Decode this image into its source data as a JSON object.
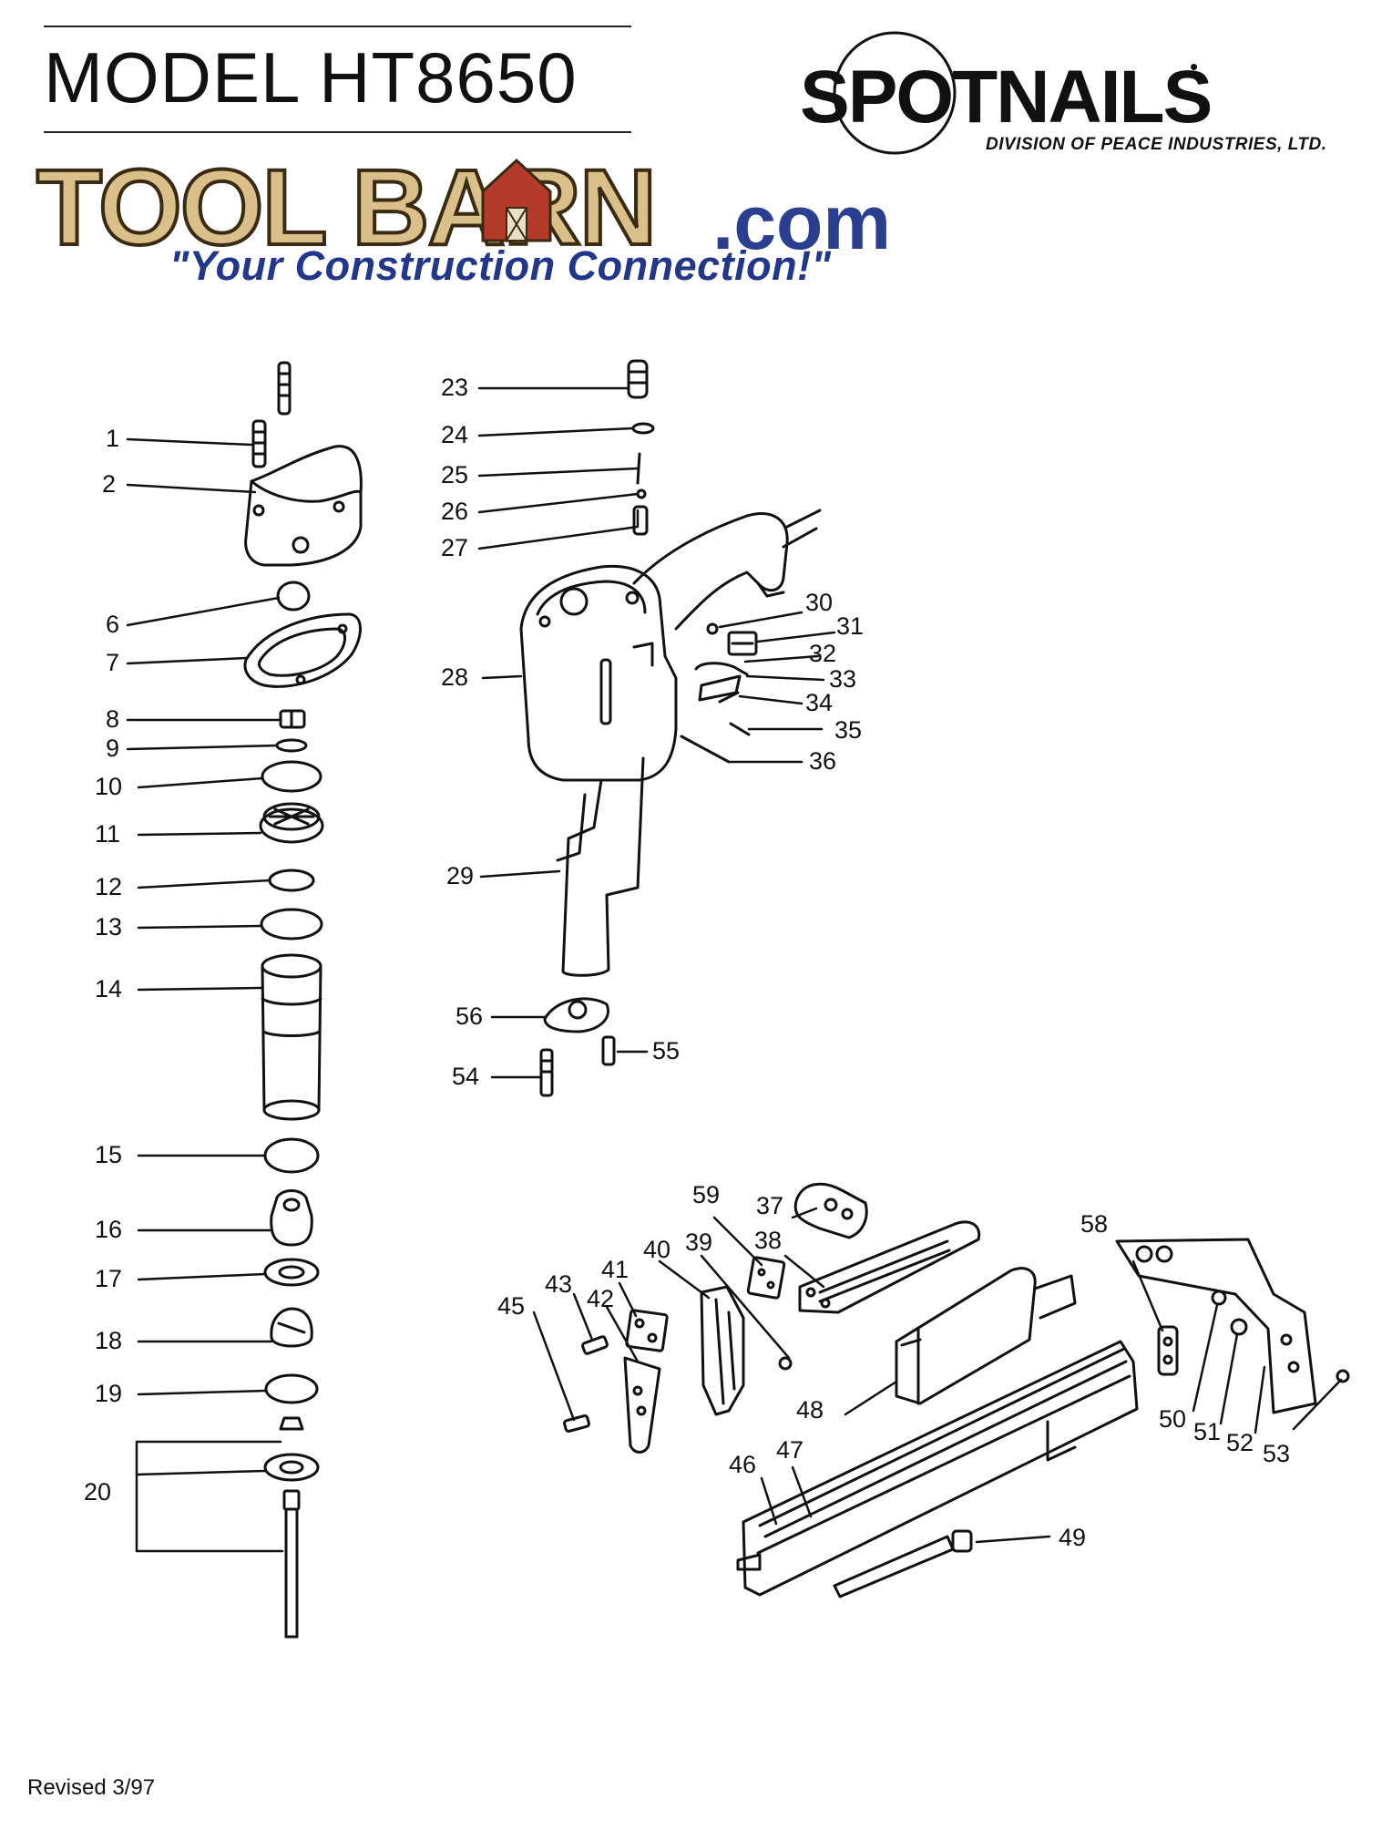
{
  "header": {
    "model_title": "MODEL HT8650",
    "brand_name": "SPOTNAILS",
    "brand_mark": "•",
    "brand_division": "DIVISION OF PEACE INDUSTRIES, LTD.",
    "retailer_name": "TOOL BARN",
    "retailer_domain": ".com",
    "retailer_tagline": "\"Your Construction Connection!\""
  },
  "callouts": {
    "n1": "1",
    "n2": "2",
    "n6": "6",
    "n7": "7",
    "n8": "8",
    "n9": "9",
    "n10": "10",
    "n11": "11",
    "n12": "12",
    "n13": "13",
    "n14": "14",
    "n15": "15",
    "n16": "16",
    "n17": "17",
    "n18": "18",
    "n19": "19",
    "n20": "20",
    "n23": "23",
    "n24": "24",
    "n25": "25",
    "n26": "26",
    "n27": "27",
    "n28": "28",
    "n29": "29",
    "n30": "30",
    "n31": "31",
    "n32": "32",
    "n33": "33",
    "n34": "34",
    "n35": "35",
    "n36": "36",
    "n37": "37",
    "n38": "38",
    "n39": "39",
    "n40": "40",
    "n41": "41",
    "n42": "42",
    "n43": "43",
    "n45": "45",
    "n46": "46",
    "n47": "47",
    "n48": "48",
    "n49": "49",
    "n50": "50",
    "n51": "51",
    "n52": "52",
    "n53": "53",
    "n54": "54",
    "n55": "55",
    "n56": "56",
    "n58": "58",
    "n59": "59"
  },
  "footer": {
    "revision": "Revised 3/97"
  },
  "colors": {
    "line": "#111111",
    "retailer_gold": "#d9c08a",
    "retailer_blue": "#23378a",
    "barn_red": "#b43a2a"
  }
}
